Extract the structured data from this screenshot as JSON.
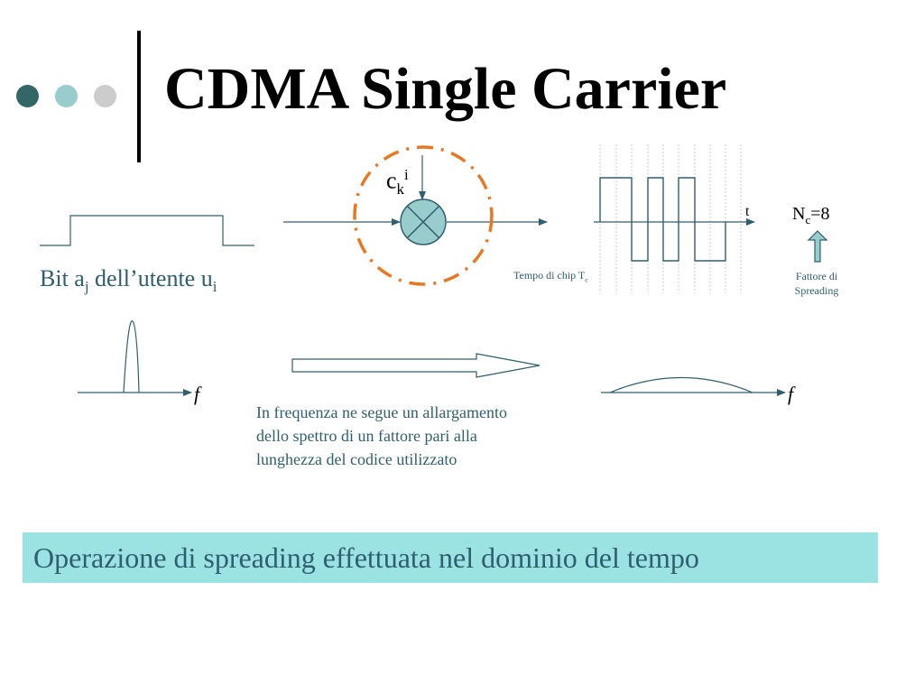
{
  "slide": {
    "title": "CDMA Single Carrier",
    "bit_label": {
      "prefix": "Bit a",
      "sub1": "j",
      "middle": " dell’utente u",
      "sub2": "i"
    },
    "code_label": {
      "base": "c",
      "sub": "k",
      "sup": "i"
    },
    "time_axis_label": "t",
    "spreading_factor": {
      "base": "N",
      "sub": "c",
      "suffix": "=8"
    },
    "chip_time_label": {
      "base": "Tempo di chip T",
      "sub": "c"
    },
    "spreading_factor_caption": "Fattore di Spreading",
    "freq_label_left": "f",
    "freq_label_right": "f",
    "description_lines": [
      "In frequenza ne segue un allargamento",
      "dello spettro di un fattore pari alla",
      "lunghezza del codice utilizzato"
    ],
    "banner_text": "Operazione di spreading effettuata nel dominio del tempo"
  },
  "colors": {
    "dot_dark": "#336666",
    "dot_mid": "#99cccc",
    "dot_light": "#cccccc",
    "line": "#2f5f6e",
    "dashed_circle": "#e87722",
    "banner_bg": "#9be3e3",
    "multiplier_fill": "#99cccc"
  },
  "icons": {
    "multiplier": "circled-times-icon",
    "arrow_up": "arrow-up-icon"
  }
}
